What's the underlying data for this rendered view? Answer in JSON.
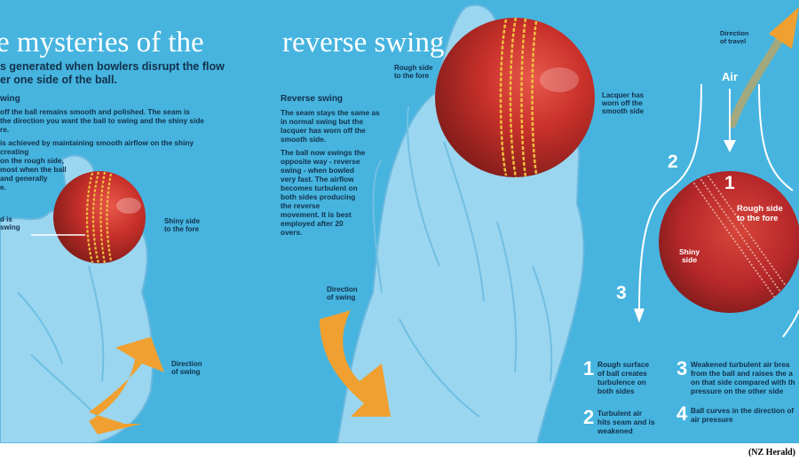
{
  "headline_left": "e mysteries of the",
  "headline_right": "reverse swing",
  "intro": [
    "s generated when bowlers disrupt the flow",
    "er one side of the ball."
  ],
  "conventional": {
    "heading": "wing",
    "body": [
      "off the ball remains smooth and polished. The seam is",
      "the direction you want the ball to swing and the shiny side",
      "re.",
      "is achieved by maintaining smooth airflow on the shiny",
      "creating",
      "on the rough side,",
      "most when the ball",
      "and generally",
      "e."
    ],
    "seam_label": [
      "d is",
      "swing"
    ],
    "shiny_label": [
      "Shiny side",
      "to the fore"
    ],
    "direction_label": [
      "Direction",
      "of swing"
    ]
  },
  "reverse": {
    "heading": "Reverse swing",
    "paragraph1": [
      "The seam stays the same as",
      "in normal swing but the",
      "lacquer has worn off the",
      "smooth side."
    ],
    "paragraph2": [
      "The ball now swings the",
      "opposite way - reverse",
      "swing - when bowled",
      "very fast. The airflow",
      "becomes turbulent on",
      "both sides producing",
      "the reverse",
      "movement. It is best",
      "employed after 20",
      "overs."
    ],
    "rough_label": [
      "Rough side",
      "to the fore"
    ],
    "lacquer_label": [
      "Lacquer has",
      "worn off the",
      "smooth side"
    ],
    "direction_label": [
      "Direction",
      "of swing"
    ]
  },
  "airflow": {
    "travel_label": [
      "Direction",
      "of travel"
    ],
    "air_label": "Air",
    "rough_label": [
      "Rough side",
      "to the fore"
    ],
    "shiny_label": [
      "Shiny",
      "side"
    ],
    "numbers": [
      "1",
      "2",
      "3"
    ]
  },
  "steps": [
    {
      "num": "1",
      "text": [
        "Rough surface",
        "of ball creates",
        "turbulence on",
        "both sides"
      ]
    },
    {
      "num": "2",
      "text": [
        "Turbulent air",
        "hits seam and is",
        "weakened"
      ]
    },
    {
      "num": "3",
      "text": [
        "Weakened turbulent air brea",
        "from the ball and raises the a",
        "on that side compared with th",
        "pressure on the other side"
      ]
    },
    {
      "num": "4",
      "text": [
        "Ball curves in the direction of",
        "air pressure"
      ]
    }
  ],
  "credit": "(NZ Herald)",
  "colors": {
    "background": "#46b4df",
    "hand": "#8fd0ee",
    "ball": "#c8302a",
    "seam": "#f0c040",
    "arrow": "#f0a030",
    "text": "#12304a"
  }
}
